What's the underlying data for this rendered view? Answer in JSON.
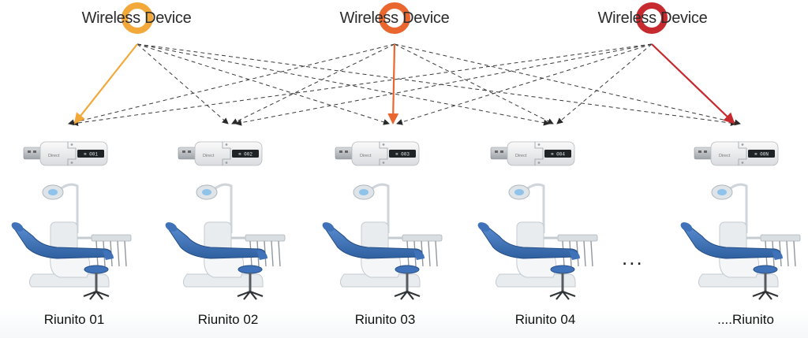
{
  "wireless_devices": [
    {
      "label": "Wireless Device",
      "color": "#f3a83a"
    },
    {
      "label": "Wireless Device",
      "color": "#e9662e"
    },
    {
      "label": "Wireless Device",
      "color": "#c62a2e"
    }
  ],
  "dongles": [
    {
      "brand": "Direct",
      "code": "001"
    },
    {
      "brand": "Direct",
      "code": "002"
    },
    {
      "brand": "Direct",
      "code": "003"
    },
    {
      "brand": "Direct",
      "code": "004"
    },
    {
      "brand": "Direct",
      "code": "00N"
    }
  ],
  "stations": [
    {
      "label": "Riunito 01"
    },
    {
      "label": "Riunito 02"
    },
    {
      "label": "Riunito 03"
    },
    {
      "label": "Riunito 04"
    },
    {
      "label": "....Riunito"
    }
  ],
  "ellipsis": "...",
  "colors": {
    "dashed_link": "#3a3a3a",
    "chair_blue": "#3f72b8",
    "chair_white": "#e8ecef"
  }
}
